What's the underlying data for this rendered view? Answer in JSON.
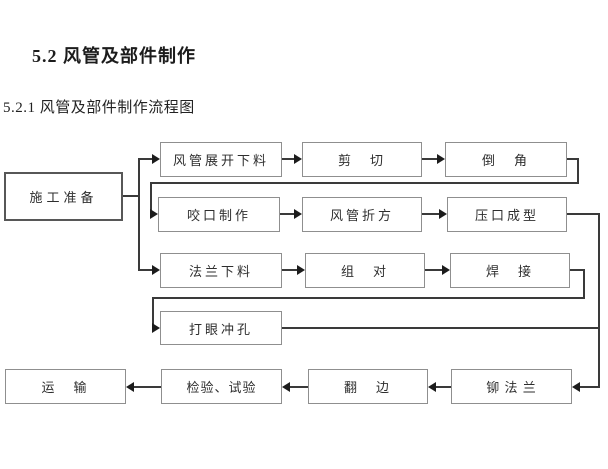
{
  "document": {
    "heading_section": "5.2 风管及部件制作",
    "heading_subsection": "5.2.1 风管及部件制作流程图"
  },
  "flowchart": {
    "nodes": {
      "prep": "施工准备",
      "unfold_cut": "风管展开下料",
      "shear": "剪　切",
      "chamfer": "倒　角",
      "seam_making": "咬口制作",
      "duct_folding": "风管折方",
      "seam_forming": "压口成型",
      "flange_cutting": "法兰下料",
      "assembly": "组　对",
      "welding": "焊　接",
      "punching": "打眼冲孔",
      "rivet_flange": "铆 法 兰",
      "flanging": "翻　边",
      "inspection": "检验、试验",
      "transport": "运　输"
    }
  },
  "colors": {
    "box_border": "#8f8f8f",
    "start_box_border": "#575757",
    "connector_line": "#3a3a3a",
    "arrowhead": "#1c1c1c",
    "text": "#2b2b2b",
    "background": "#ffffff"
  }
}
